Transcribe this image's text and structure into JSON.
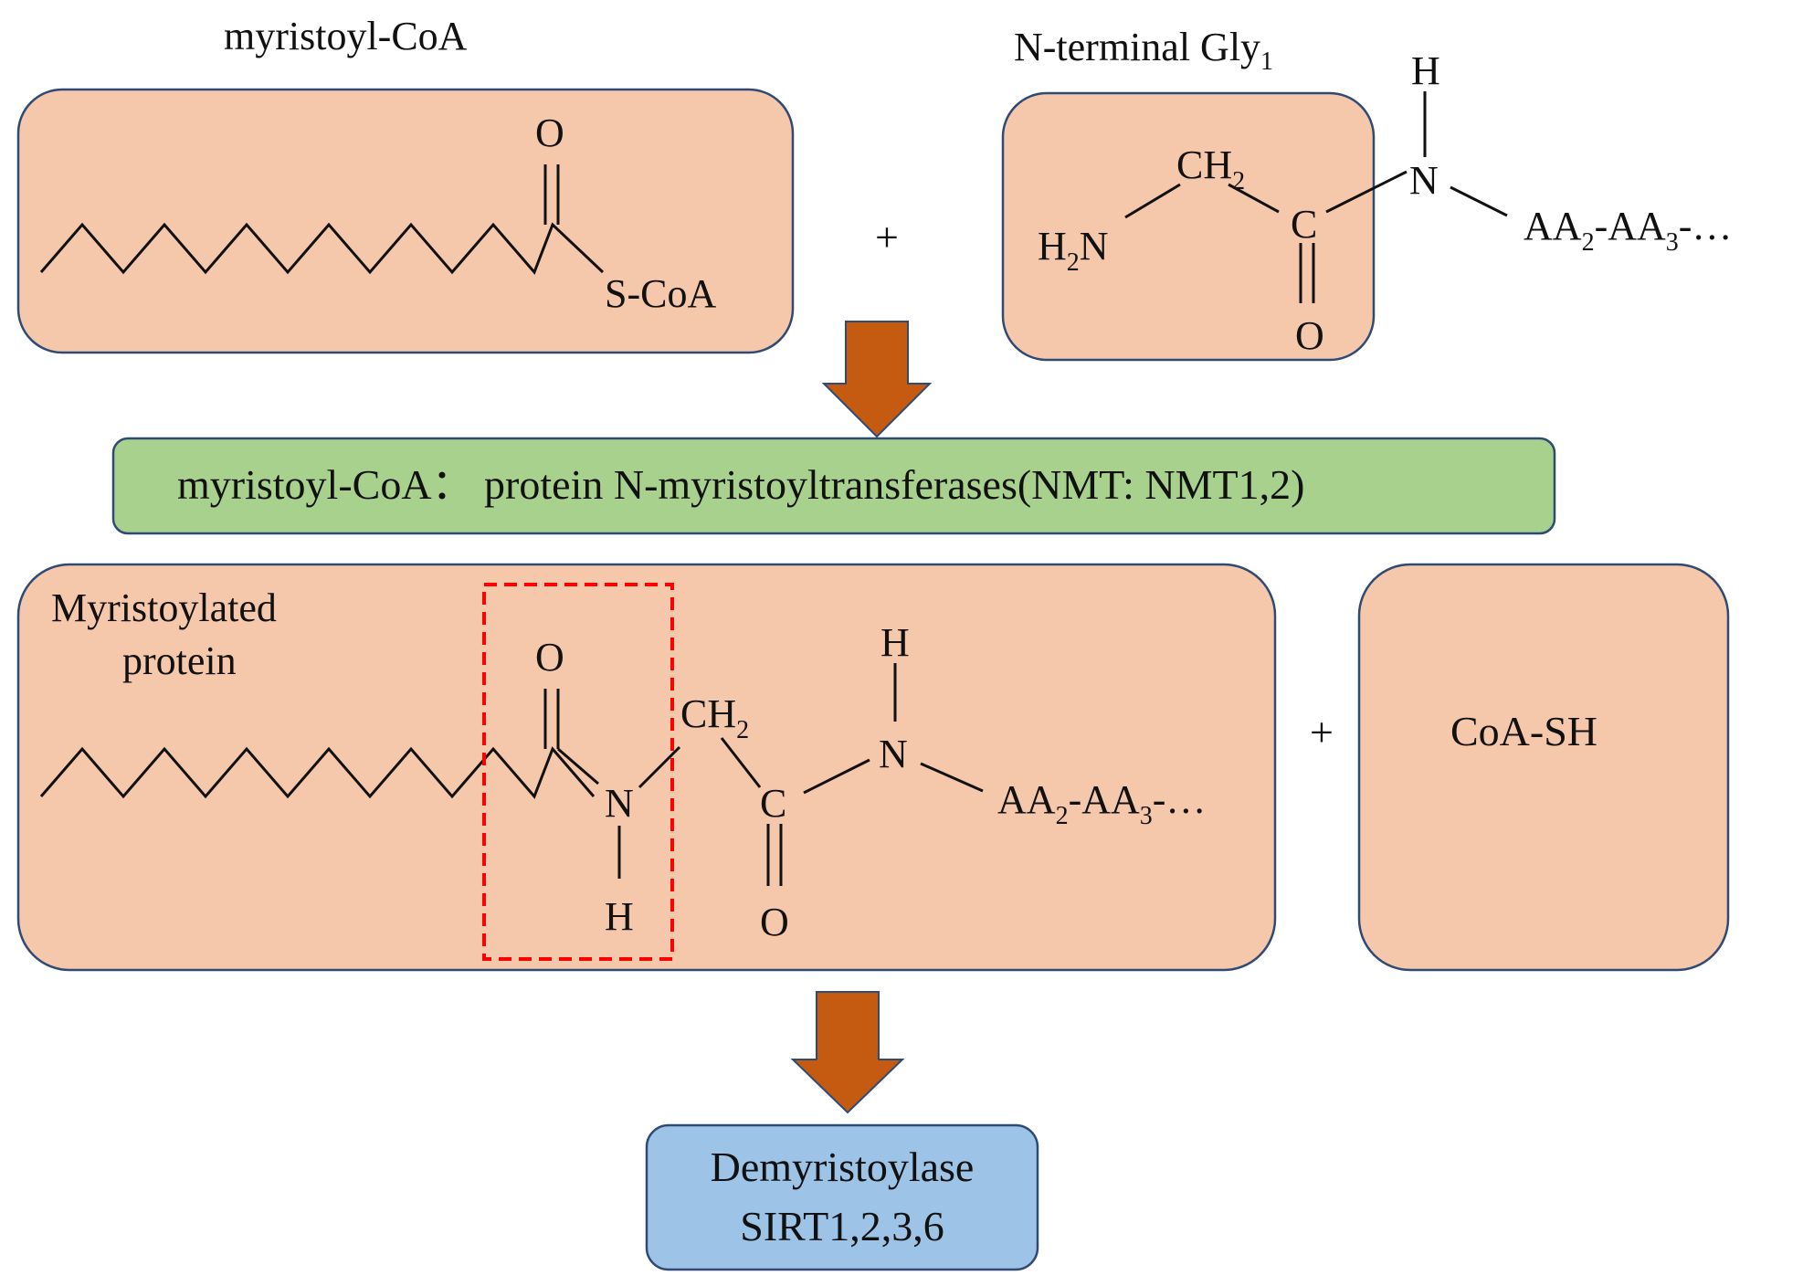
{
  "reactant1": {
    "title": "myristoyl-CoA",
    "carbonyl_o": "O",
    "thioester": "S-CoA"
  },
  "plus1": "+",
  "reactant2": {
    "title": "N-terminal Gly",
    "title_sub": "1",
    "h_top": "H",
    "ch": "CH",
    "ch_sub": "2",
    "h2n_h": "H",
    "h2n_sub": "2",
    "h2n_n": "N",
    "c": "C",
    "o": "O",
    "n": "N",
    "chain": {
      "aa": "AA",
      "s1": "2",
      "mid": "-AA",
      "s2": "3",
      "end": "-…"
    }
  },
  "enzyme": {
    "label": "myristoyl-CoA： protein N-myristoyltransferases(NMT: NMT1,2)"
  },
  "product": {
    "label_line1": "Myristoylated",
    "label_line2": "protein",
    "o_top": "O",
    "n_amide": "N",
    "h_amide": "H",
    "ch": "CH",
    "ch_sub": "2",
    "h_top": "H",
    "n2": "N",
    "c": "C",
    "o_bottom": "O",
    "chain": {
      "aa": "AA",
      "s1": "2",
      "mid": "-AA",
      "s2": "3",
      "end": "-…"
    }
  },
  "plus2": "+",
  "byproduct": {
    "label": "CoA-SH"
  },
  "demyristoylase": {
    "line1": "Demyristoylase",
    "line2": "SIRT1,2,3,6"
  },
  "colors": {
    "salmon_box": "#f6c8ab",
    "green_box": "#a9d18e",
    "blue_box": "#9dc3e6",
    "box_border": "#2f4a74",
    "arrow": "#c55a11",
    "highlight_dash": "#ff0000"
  }
}
